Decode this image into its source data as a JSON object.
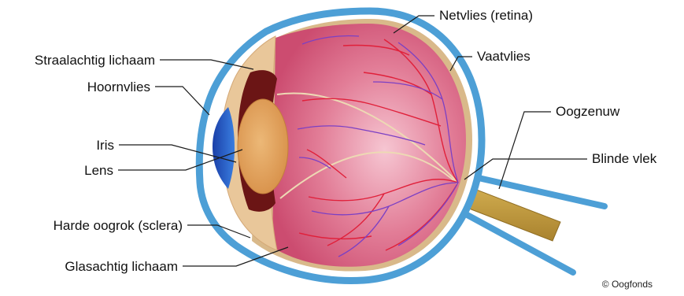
{
  "colors": {
    "sclera_outline": "#4d9fd6",
    "vitreous": "#dd6a86",
    "lens": "#e3a35e",
    "iris": "#6b1515",
    "cornea_blue": "#1f5fbf",
    "optic_nerve": "#c09a3e",
    "veins": "#7b40c4",
    "arteries": "#e0203a"
  },
  "labels": {
    "retina": "Netvlies (retina)",
    "choroid": "Vaatvlies",
    "optic_nerve": "Oogzenuw",
    "blind_spot": "Blinde vlek",
    "ciliary_body": "Straalachtig lichaam",
    "cornea": "Hoornvlies",
    "iris": "Iris",
    "lens": "Lens",
    "sclera": "Harde oogrok (sclera)",
    "vitreous": "Glasachtig lichaam"
  },
  "copyright": "© Oogfonds"
}
